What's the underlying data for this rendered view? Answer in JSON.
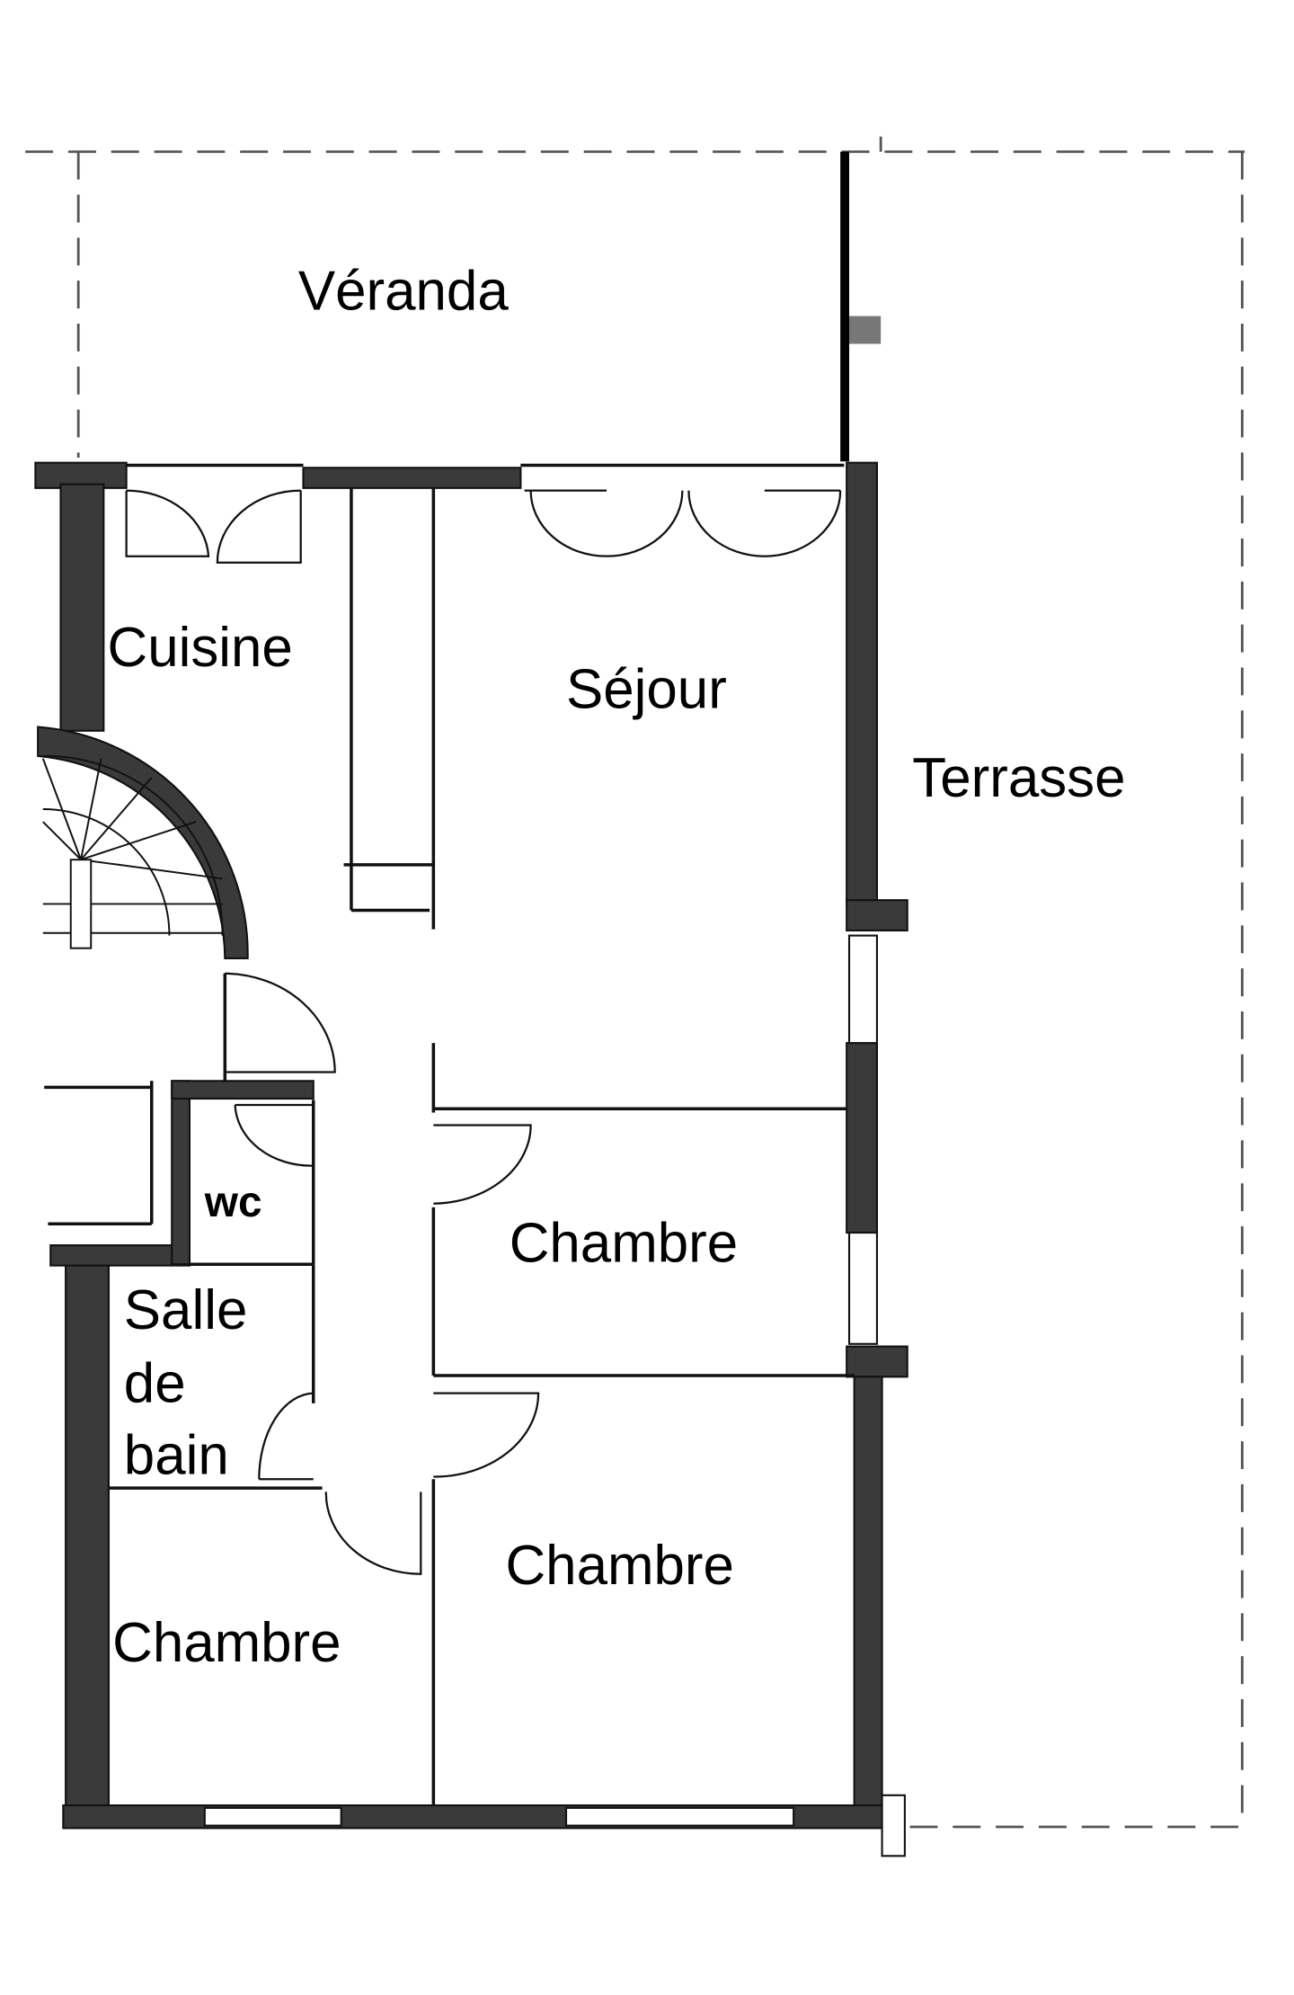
{
  "plan": {
    "type": "floor-plan",
    "rooms": [
      {
        "id": "veranda",
        "label": "Véranda"
      },
      {
        "id": "cuisine",
        "label": "Cuisine"
      },
      {
        "id": "sejour",
        "label": "Séjour"
      },
      {
        "id": "terrasse",
        "label": "Terrasse"
      },
      {
        "id": "wc",
        "label": "wc"
      },
      {
        "id": "salle-de-bain",
        "label_lines": [
          "Salle",
          "de",
          "bain"
        ]
      },
      {
        "id": "chambre-1",
        "label": "Chambre"
      },
      {
        "id": "chambre-2",
        "label": "Chambre"
      },
      {
        "id": "chambre-3",
        "label": "Chambre"
      }
    ]
  }
}
